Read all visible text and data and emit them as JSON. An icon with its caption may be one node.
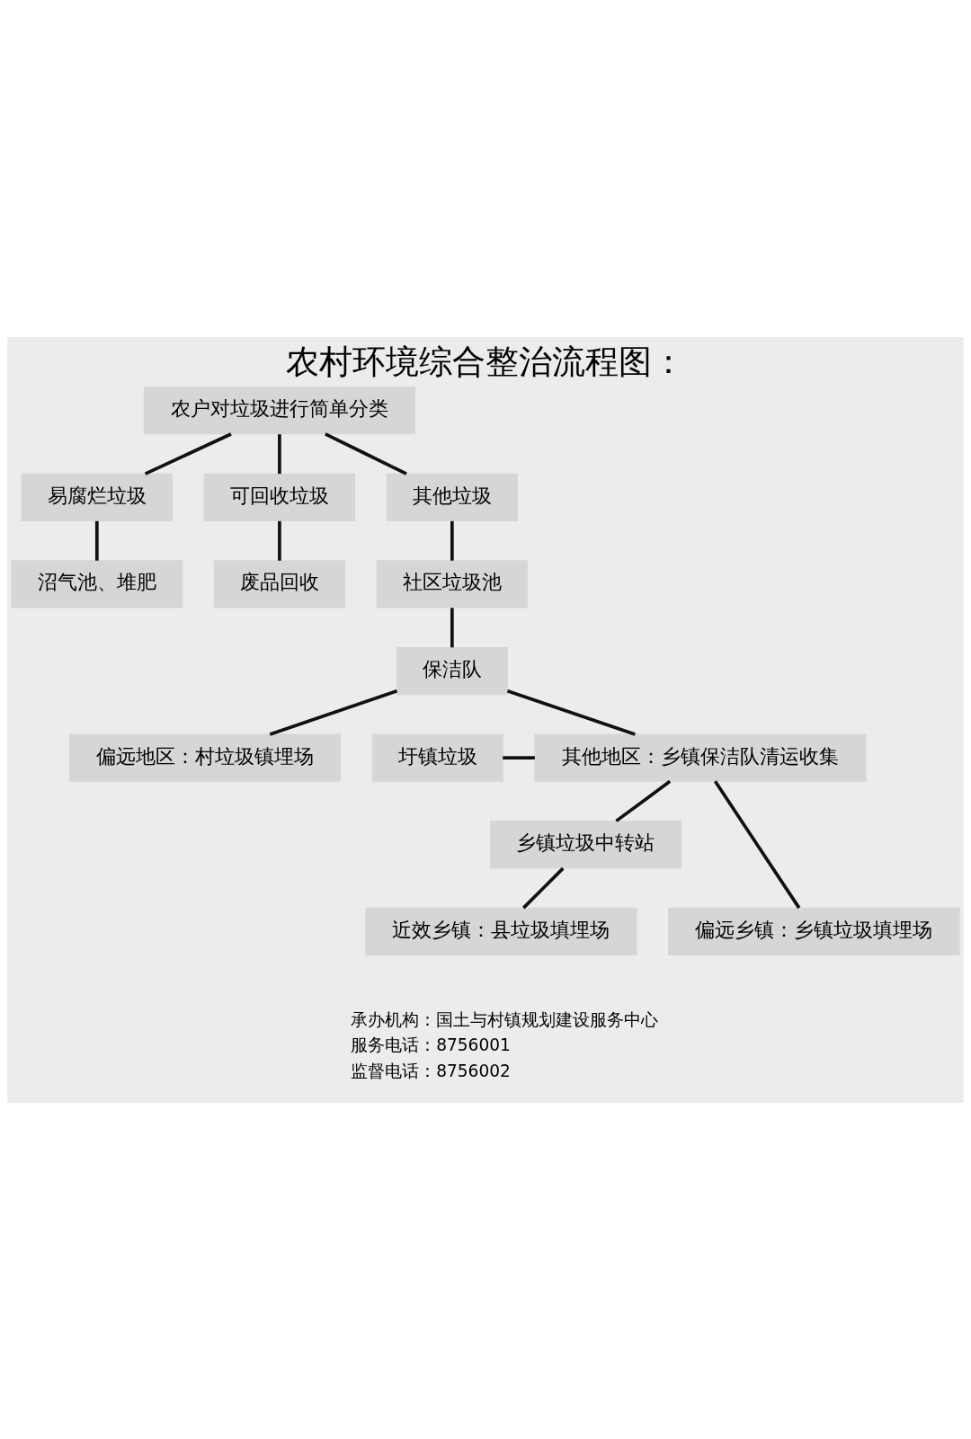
{
  "diagram": {
    "title": "农村环境综合整治流程图：",
    "nodes": [
      {
        "text": [
          "农户对垃圾进行简单分类"
        ]
      },
      {
        "text": [
          "易腐烂垃圾"
        ]
      },
      {
        "text": [
          "可回收垃圾"
        ]
      },
      {
        "text": [
          "其他垃圾"
        ]
      },
      {
        "text": [
          "沼气池、堆肥"
        ]
      },
      {
        "text": [
          "废品回收"
        ]
      },
      {
        "text": [
          "社区垃圾池"
        ]
      },
      {
        "text": [
          "保洁队"
        ]
      },
      {
        "text": [
          "圩镇垃圾"
        ]
      },
      {
        "text": [
          "其他地区：乡镇保洁队清运收集"
        ]
      },
      {
        "text": [
          "偏远地区：村垃圾镇埋场"
        ]
      },
      {
        "text": [
          "乡镇垃圾中转站"
        ]
      },
      {
        "text": [
          "近效乡镇：县垃圾填埋场"
        ]
      },
      {
        "text": [
          "偏远乡镇：乡镇垃圾填埋场"
        ]
      }
    ],
    "edges": [
      {
        "from": 0,
        "to": 1,
        "arrow": "none"
      },
      {
        "from": 0,
        "to": 2,
        "arrow": "none"
      },
      {
        "from": 0,
        "to": 3,
        "arrow": "none"
      },
      {
        "from": 1,
        "to": 4,
        "arrow": "none"
      },
      {
        "from": 2,
        "to": 5,
        "arrow": "none"
      },
      {
        "from": 3,
        "to": 6,
        "arrow": "none"
      },
      {
        "from": 6,
        "to": 7,
        "arrow": "none"
      },
      {
        "from": 7,
        "to": 9,
        "arrow": "none"
      },
      {
        "from": 7,
        "to": 10,
        "arrow": "none"
      },
      {
        "from": 8,
        "to": 9,
        "arrow": "none"
      },
      {
        "from": 9,
        "to": 11,
        "arrow": "none"
      },
      {
        "from": 9,
        "to": 13,
        "arrow": "none"
      },
      {
        "from": 11,
        "to": 12,
        "arrow": "none"
      }
    ],
    "labels": [
      "承办机构：国土与村镇规划建设服务中心",
      "服务电话：8756001",
      "监督电话：8756002"
    ]
  }
}
